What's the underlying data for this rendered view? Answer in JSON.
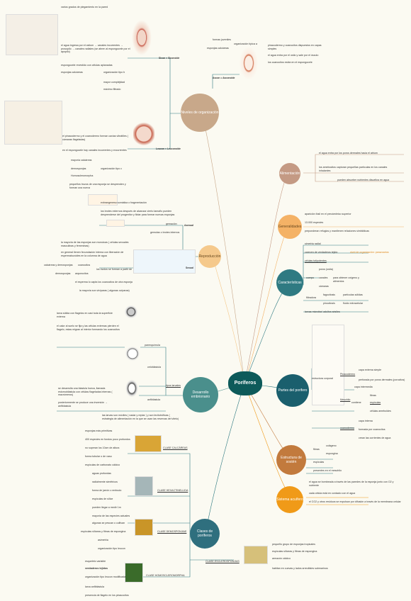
{
  "center": "Poríferos",
  "hubs": {
    "niveles": "Niveles de organización",
    "reproduccion": "Reproducción",
    "desarrollo": "Desarrollo embrionario",
    "clases": "Clases de poríferos",
    "alimentacion": "Alimentación",
    "generalidades": "Generalidades",
    "caracteristicas": "Características",
    "partes": "Partes del porifero",
    "estructura": "Estructura de sostén",
    "sistema": "Sistema acuífero"
  },
  "niveles": {
    "syconoide_title": "Sicon = Siconoide",
    "sy_a": "varios grados de plegamiento en la pared",
    "sy_b": "el agua ingresa por el ostium → canales incurrentes → prosopilo → canales radiales (se abren al espongocele por el apopilo)",
    "sy_c": "espongocele revestido con células aplanadas",
    "sy_d": "esponjas calcáreas",
    "sy_e": "organización tipo b",
    "asconoide_title": "Ascon = Asconoide",
    "as_a": "formas juveniles",
    "as_b": "esponjas calcáreas",
    "as_c": "organización típica a",
    "as_d": "pinacodermo y coanocitos dispuestos en capas simples",
    "as_e": "el agua entra por el ostio y sale por el ósculo",
    "as_f": "los coanocitos están en el espongocele",
    "leucon_title": "Leucon = Leuconoide",
    "le_a": "mayor complejidad",
    "le_b": "máximo filtrado",
    "le_c": "el pinacodermo y el coanodermo forman cavias vibrátiles ( cámaras flageladas)",
    "le_d": "en el espongocele hay canales incurrentes y excurrentes",
    "le_e": "mayoría calcáreas",
    "le_f": "demosponjas",
    "le_g": "organización tipo c",
    "le_h": "Homoscleromorpha"
  },
  "reproduccion": {
    "asexual": "Asexual",
    "sexual": "Sexual",
    "r1": "pequeños trozos de una esponja se desprenden y forman una nueva",
    "r2": "exbrangeneso somática o fragmentación",
    "r3": "los brotes externos después de alcanzar cierto tamaño pueden desprenderse del progenitor y flotar para formar nuevas esponjas",
    "r4": "gemación",
    "r5": "gemulas o brotes internos",
    "r6": "la mayoría de las esponjas son monoicas ( células sexuales masculinas y femeninas)",
    "r7": "en general tienen fecundación interna con liberación de espermatozoides en la columna de agua",
    "r8": "calcáreas y demosponjas",
    "r9": "coanocitos",
    "r10": "demosponjas",
    "r11": "arqueocitos",
    "r12": "los óvulos se forman a partir de",
    "r13": "el esperma lo capta los coanocitos de otra esponja",
    "r14": "la mayoría son vivíparas ( algunas ovíparas)"
  },
  "desarrollo": {
    "d1": "larva sólida con flagelos en casi toda la superficie externa",
    "d2": "el calor al suelo se fija y las células externas pierden el flagelo, estas migran al interior formando los coanocitos",
    "parenquimula": "parenquímula",
    "celoblastula": "celoblástula",
    "tipo_larvas": "tipos larvales",
    "anfiblastula": "anfiblástula",
    "d3": "se desarrolla una blastula hueca, llamada estomoblástula con células flageladas internas ( macrómeros)",
    "d4": "posteriormente se produce una inversión → anfiblastula",
    "d5": "las larvas son móviles ( nadar y reptar ) y son lecitotróficas ( estrategia de alimentación en la que se usan las reservas del vitelo)"
  },
  "clases": {
    "calcareas": "CLASE CALCÁREAS",
    "hexa": "CLASE HEXACTINELLIDA",
    "demo": "CLASE DEMOSPONJIAE",
    "homo": "CLASE HOMOSCLEROMORPHA",
    "escle": "CLASE ESCLEROSPONJIAS",
    "c1": "esponjas más primitivas",
    "c2": "400 especies en fondos poco profundos",
    "c3": "no superan los 10cm de altura",
    "c4": "forma tubular o de vaso",
    "c5": "espículas de carbonato cálcico",
    "h1": "aguas profundas",
    "h2": "radialmente simétricos",
    "h3": "forma de jarrón o embudo",
    "h4": "espículas de sílice",
    "h5": "pueden llegar a medir 1m",
    "m1": "mayoría de las especies actuales",
    "m2": "algunas se pescan o cultivan",
    "m3": "espículas silíceas y fibras de espongina",
    "m4": "asimetría",
    "m5": "organización tipo leucon",
    "o1": "esqueleto variable",
    "o2": "verdaderos tejidos",
    "o3": "organización tipo leucon modificada",
    "o4": "larva anfiblástula",
    "o5": "presencia de flagelo en los pinacocitos",
    "e1": "pequeño grupo de esponjas tropicales",
    "e2": "espículas silíceas y fibras de espongina",
    "e3": "armazón cálcico",
    "e4": "habitan en cuevas y lados arrecifales submarinos"
  },
  "alimentacion": {
    "a1": "el agua entra por los poros dermales hacia el atrium",
    "a2": "los amebocitos capturan pequeñas partículas en los canales inhalantes",
    "a3": "pueden absorber nutrientes disueltos en agua"
  },
  "generalidades": {
    "g1": "aparición fósil en el precámbrico superior",
    "g2": "13.000 especies",
    "g3": "preponderan refugios y mantienen relaciones simbióticas"
  },
  "caracteristicas": {
    "k1": "simetría radial",
    "k2": "carecen de verdaderos tejido",
    "k2b": "nivel de organización: parazoarios",
    "k3": "células totipotentes",
    "k4": "poros (ostia)",
    "k5": "canales",
    "k6": "para obtener oxígeno y alimentos",
    "k7": "cámaras",
    "k8": "cuerpo",
    "k9": "fagocitosis",
    "k10": "partículas sólidas",
    "k11": "pinocitosis",
    "k12": "fluido extracelular",
    "k13": "larvas microfax/ adultos sésiles",
    "k14": "filtradora"
  },
  "partes": {
    "p_estructura": "estructura corporal",
    "pinacodermo": "Pinacodermo",
    "p1": "capa externa simple",
    "p2": "perforada por poros dermales (porocitos)",
    "mesohilo": "Mesohilo",
    "p3": "capa intermedia",
    "p4": "fibras",
    "p5": "espículas",
    "p6": "células ameboides",
    "p7": "contiene",
    "coanodermo": "coanodermo",
    "p8": "capa interna",
    "p9": "formada por coanocitos",
    "p10": "crean las corrientes de agua"
  },
  "estructura": {
    "s_fibras": "fibras",
    "s1": "colágeno",
    "s2": "espongina",
    "s3": "espículas",
    "s4": "presentes en el mesohilo"
  },
  "sistema": {
    "w1": "el agua se bombeada a través de las paredes de la esponja jonto con O2 y nutriente",
    "w2": "cada célula está en contacto con el agua",
    "w3": "el CO2 y otros residuos se expulsan por difusión a través de la membrana celular"
  },
  "colors": {
    "niveles": "#c8a88a",
    "reproduccion": "#f5c98c",
    "desarrollo": "#4a8f8c",
    "clases": "#2f6f7e",
    "center": "#0d5a5a",
    "alimentacion": "#c49a84",
    "generalidades": "#f4b266",
    "caracteristicas": "#2f7a82",
    "partes": "#1a5f6d",
    "estructura": "#c27a3d",
    "sistema": "#f09a18"
  }
}
